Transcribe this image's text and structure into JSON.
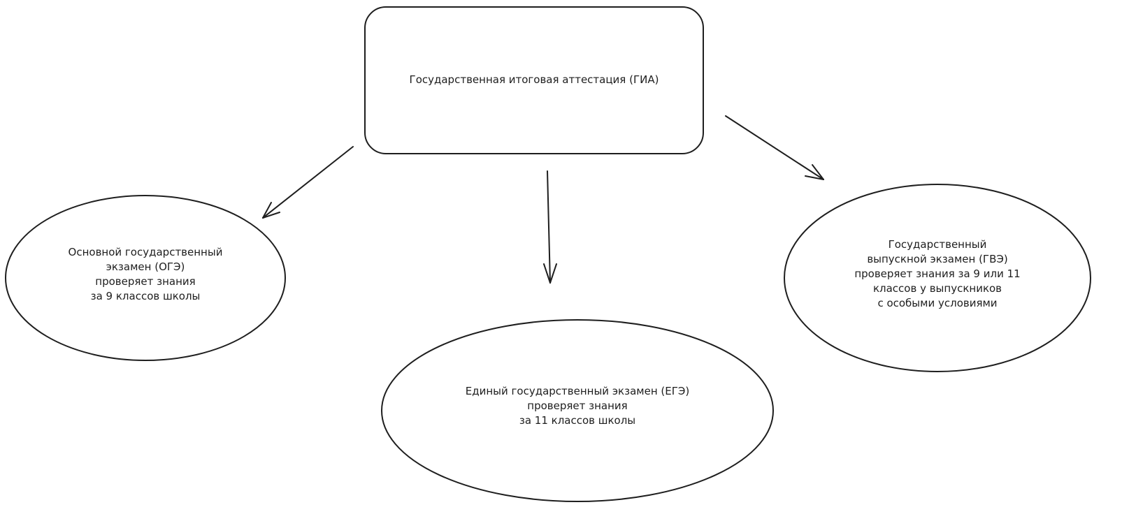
{
  "root": {
    "label": "Государственная итоговая аттестация (ГИА)"
  },
  "nodes": [
    {
      "id": "oge",
      "label": "Основной государственный\nэкзамен (ОГЭ)\nпроверяет знания\nза 9 классов школы"
    },
    {
      "id": "ege",
      "label": "Единый государственный экзамен (ЕГЭ)\nпроверяет знания\nза 11 классов школы"
    },
    {
      "id": "gve",
      "label": "Государственный\nвыпускной экзамен (ГВЭ)\nпроверяет знания за 9 или 11\nклассов у выпускников\nс особыми условиями"
    }
  ],
  "colors": {
    "stroke": "#1e1e1e",
    "background": "#ffffff"
  }
}
